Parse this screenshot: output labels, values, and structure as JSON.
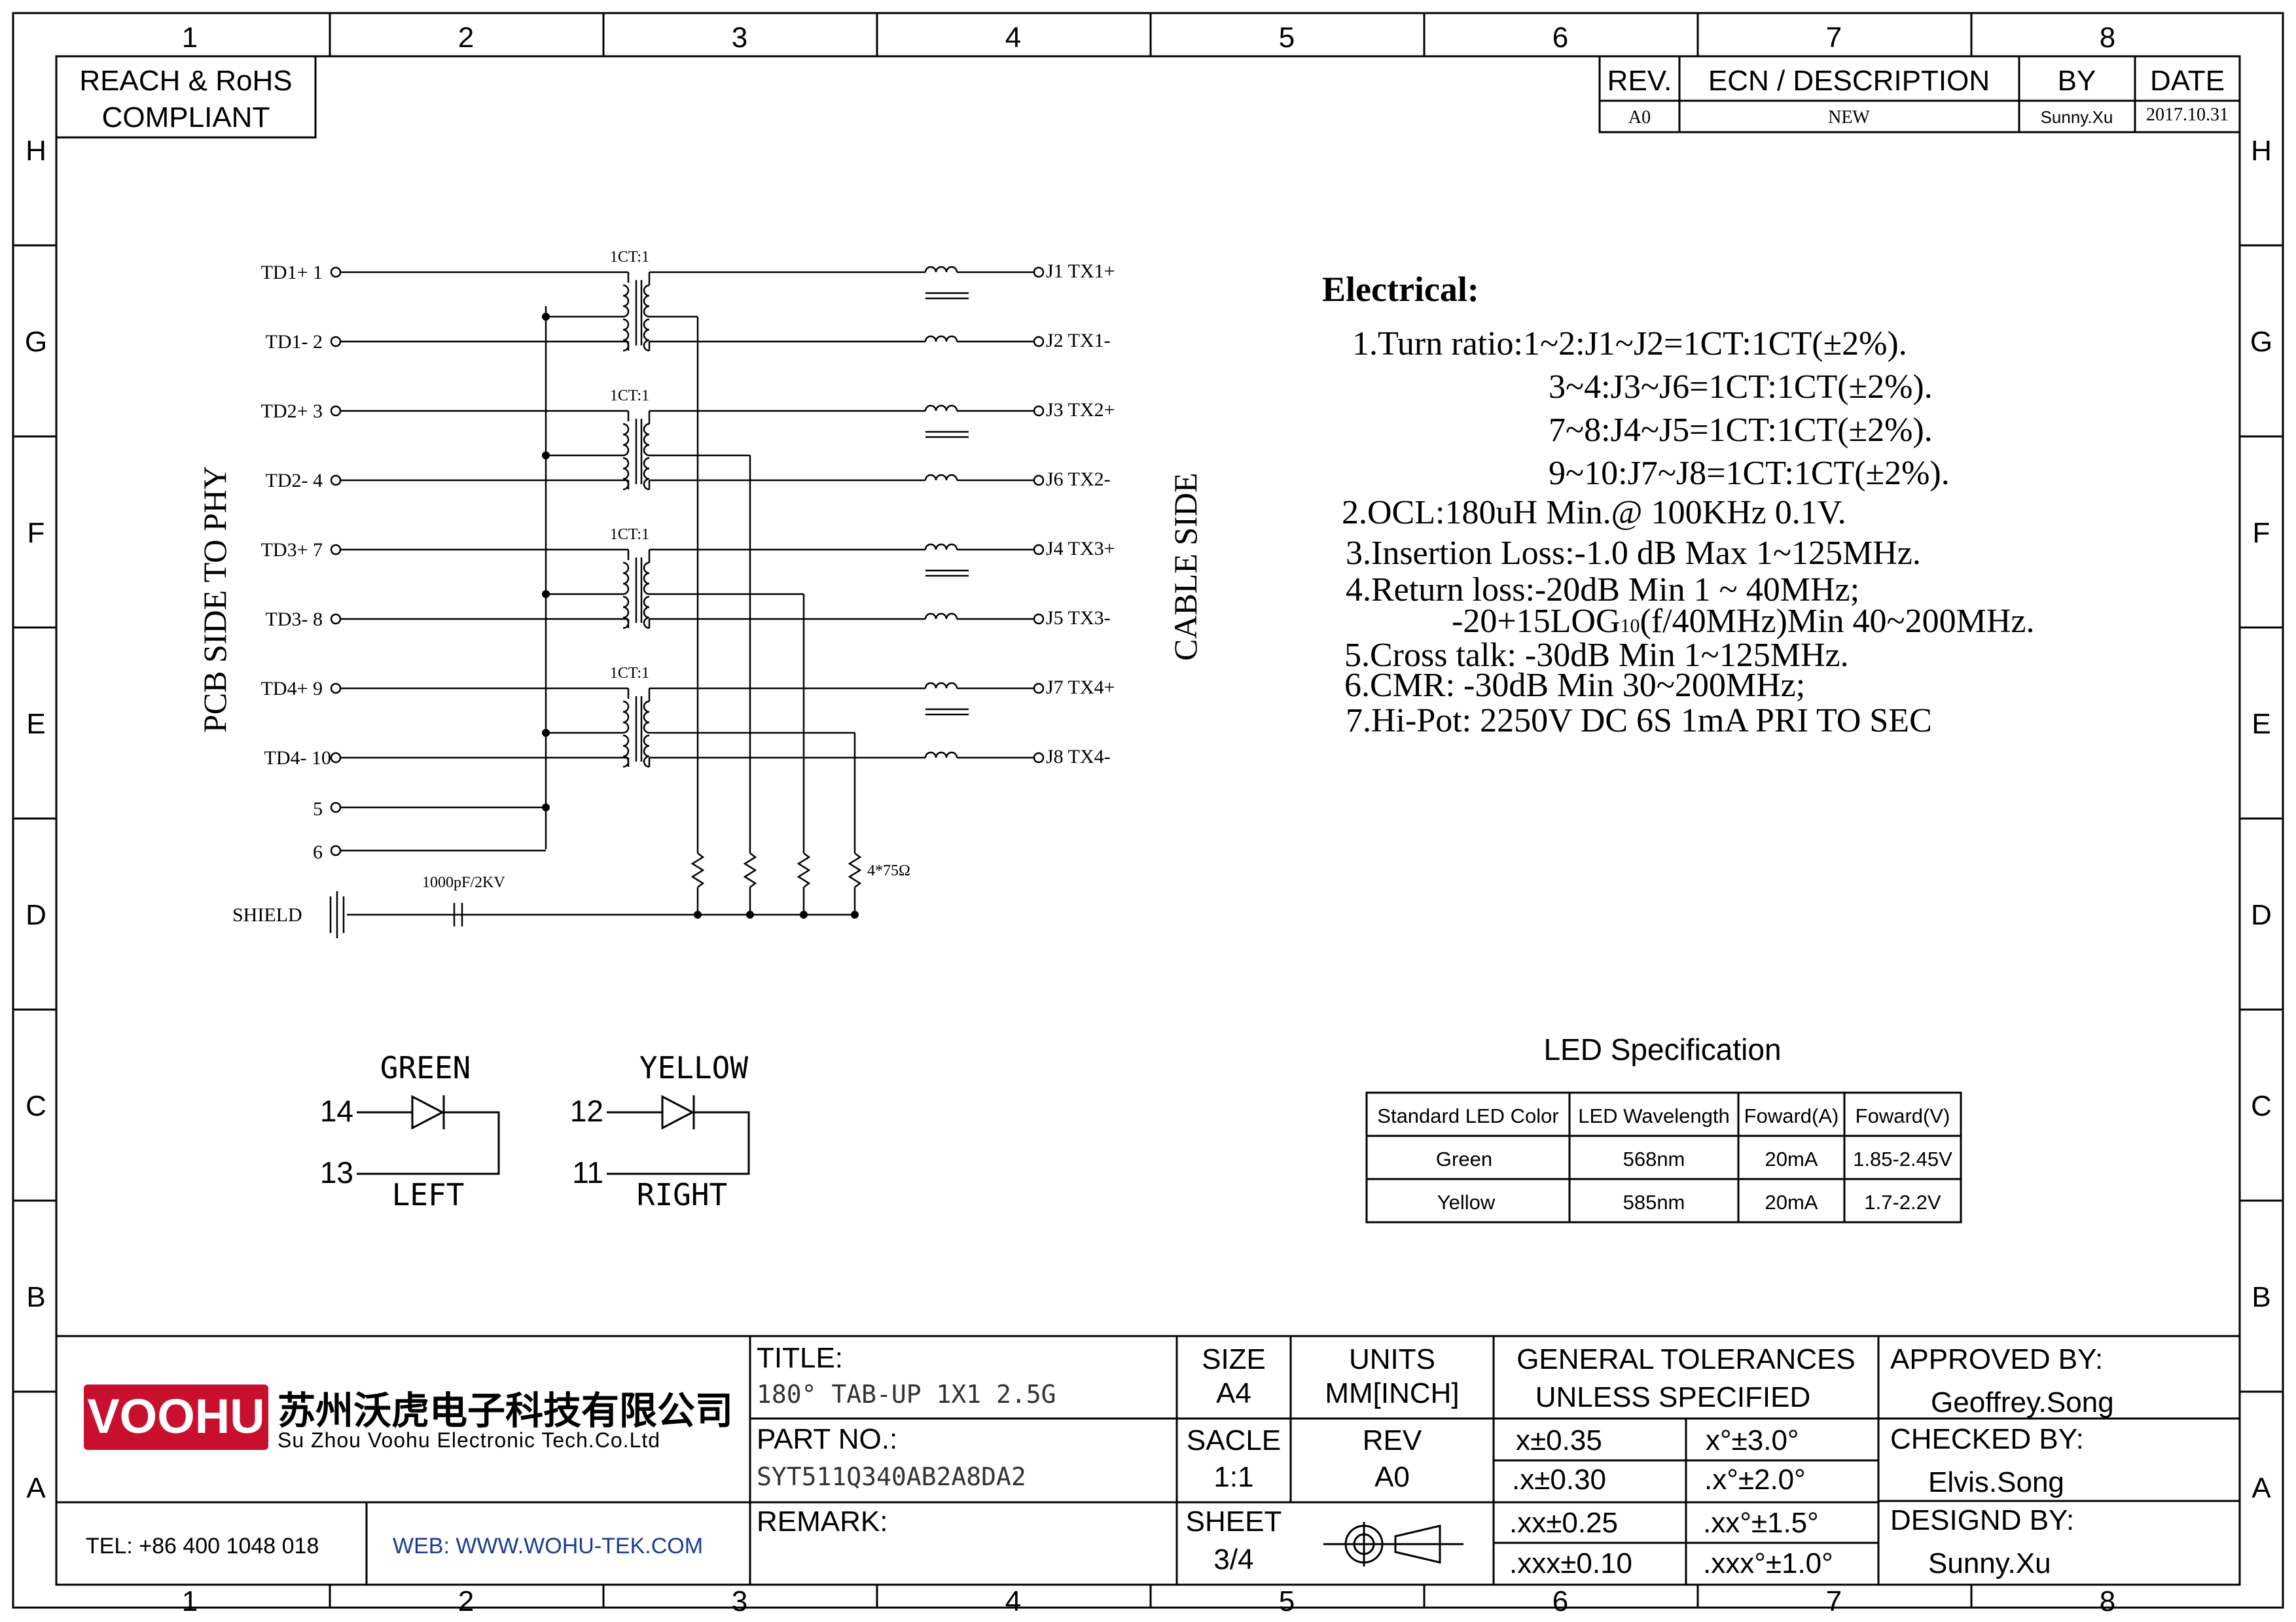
{
  "border": {
    "columns": [
      "1",
      "2",
      "3",
      "4",
      "5",
      "6",
      "7",
      "8"
    ],
    "rows": [
      "H",
      "G",
      "F",
      "E",
      "D",
      "C",
      "B",
      "A"
    ]
  },
  "compliance": [
    "REACH & RoHS",
    "COMPLIANT"
  ],
  "revision_table": {
    "headers": [
      "REV.",
      "ECN / DESCRIPTION",
      "BY",
      "DATE"
    ],
    "rows": [
      [
        "A0",
        "NEW",
        "Sunny.Xu",
        "2017.10.31"
      ]
    ]
  },
  "schematic": {
    "side_left": "PCB SIDE TO PHY",
    "side_right": "CABLE SIDE",
    "transformer_label": "1CT:1",
    "left_pins": [
      "TD1+ 1",
      "TD1- 2",
      "TD2+ 3",
      "TD2- 4",
      "TD3+ 7",
      "TD3- 8",
      "TD4+ 9",
      "TD4- 10"
    ],
    "extra_pins": [
      "5",
      "6"
    ],
    "right_pins": [
      "J1  TX1+",
      "J2  TX1-",
      "J3  TX2+",
      "J6  TX2-",
      "J4  TX3+",
      "J5  TX3-",
      "J7  TX4+",
      "J8  TX4-"
    ],
    "shield_label": "SHIELD",
    "cap_label": "1000pF/2KV",
    "resistor_label": "4*75Ω"
  },
  "electrical": {
    "title": "Electrical:",
    "lines": [
      "1.Turn ratio:1~2:J1~J2=1CT:1CT(±2%).",
      "3~4:J3~J6=1CT:1CT(±2%).",
      "7~8:J4~J5=1CT:1CT(±2%).",
      "9~10:J7~J8=1CT:1CT(±2%).",
      "2.OCL:180uH Min.@ 100KHz 0.1V.",
      "3.Insertion Loss:-1.0 dB Max 1~125MHz.",
      "4.Return loss:-20dB Min 1 ~ 40MHz;",
      "-20+15LOG",
      "10",
      "(f/40MHz)Min 40~200MHz.",
      "5.Cross talk:  -30dB Min 1~125MHz.",
      "6.CMR: -30dB Min 30~200MHz;",
      "7.Hi-Pot: 2250V DC  6S 1mA PRI TO SEC"
    ]
  },
  "leds": {
    "left": {
      "color_label": "GREEN",
      "pin_top": "14",
      "pin_bottom": "13",
      "side": "LEFT"
    },
    "right": {
      "color_label": "YELLOW",
      "pin_top": "12",
      "pin_bottom": "11",
      "side": "RIGHT"
    }
  },
  "led_spec": {
    "title": "LED Specification",
    "headers": [
      "Standard LED Color",
      "LED Wavelength",
      "Foward(A)",
      "Foward(V)"
    ],
    "rows": [
      [
        "Green",
        "568nm",
        "20mA",
        "1.85-2.45V"
      ],
      [
        "Yellow",
        "585nm",
        "20mA",
        "1.7-2.2V"
      ]
    ]
  },
  "title_block": {
    "company_logo": "VOOHU",
    "company_cn": "苏州沃虎电子科技有限公司",
    "company_en": "Su Zhou Voohu Electronic Tech.Co.Ltd",
    "tel": "TEL: +86 400 1048 018",
    "web": "WEB: WWW.WOHU-TEK.COM",
    "title_label": "TITLE:",
    "title_value": "180°  TAB-UP  1X1  2.5G",
    "part_label": "PART NO.:",
    "part_value": "SYT511Q340AB2A8DA2",
    "remark_label": "REMARK:",
    "size_label": "SIZE",
    "size_value": "A4",
    "units_label": "UNITS",
    "units_value": "MM[INCH]",
    "scale_label": "SACLE",
    "scale_value": "1:1",
    "rev_label": "REV",
    "rev_value": "A0",
    "sheet_label": "SHEET",
    "sheet_value": "3/4",
    "tol_title_1": "GENERAL TOLERANCES",
    "tol_title_2": "UNLESS SPECIFIED",
    "tolerances": [
      [
        "x±0.35",
        "x°±3.0°"
      ],
      [
        ".x±0.30",
        ".x°±2.0°"
      ],
      [
        ".xx±0.25",
        ".xx°±1.5°"
      ],
      [
        ".xxx±0.10",
        ".xxx°±1.0°"
      ]
    ],
    "approved_label": "APPROVED BY:",
    "approved_value": "Geoffrey.Song",
    "checked_label": "CHECKED BY:",
    "checked_value": "Elvis.Song",
    "designed_label": "DESIGND BY:",
    "designed_value": "Sunny.Xu"
  },
  "colors": {
    "line": "#000000",
    "logo_red": "#c8102e",
    "web_blue": "#1a3d8f"
  }
}
